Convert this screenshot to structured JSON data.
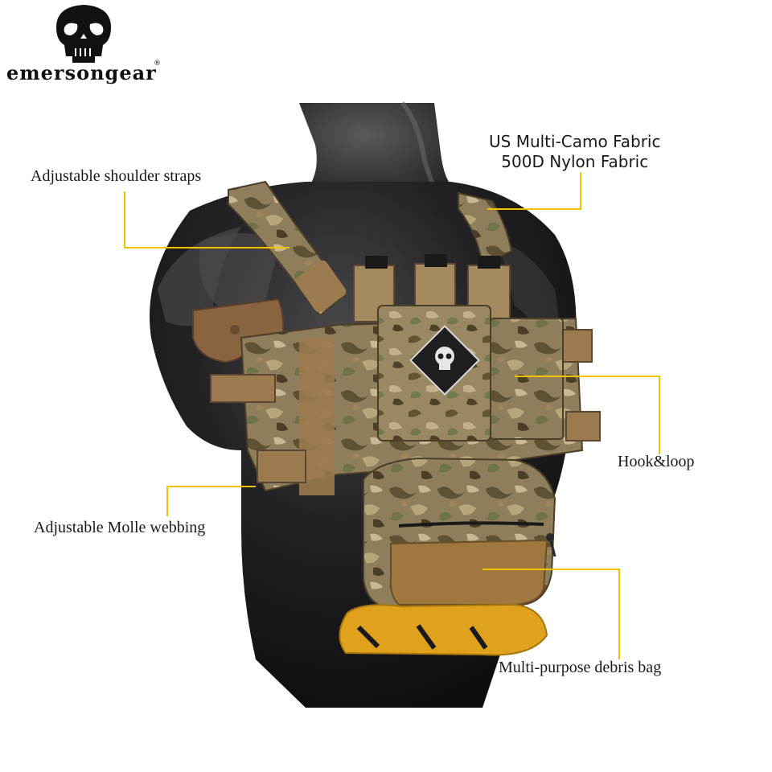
{
  "brand": {
    "name": "emersongear",
    "mark": "®"
  },
  "callouts": {
    "shoulder_straps": "Adjustable shoulder straps",
    "fabric_line1": "US Multi-Camo Fabric",
    "fabric_line2": "500D Nylon Fabric",
    "hook_loop": "Hook&loop",
    "molle_webbing": "Adjustable Molle webbing",
    "debris_bag": "Multi-purpose debris bag"
  },
  "colors": {
    "callout_line": "#f2c200",
    "mannequin": "#1c1c1e",
    "camo_base": "#8a7a58",
    "coyote": "#a0773e",
    "yellow_fabric": "#e0a21c"
  },
  "icons": [
    "skull-logo-icon",
    "skull-patch-icon"
  ]
}
